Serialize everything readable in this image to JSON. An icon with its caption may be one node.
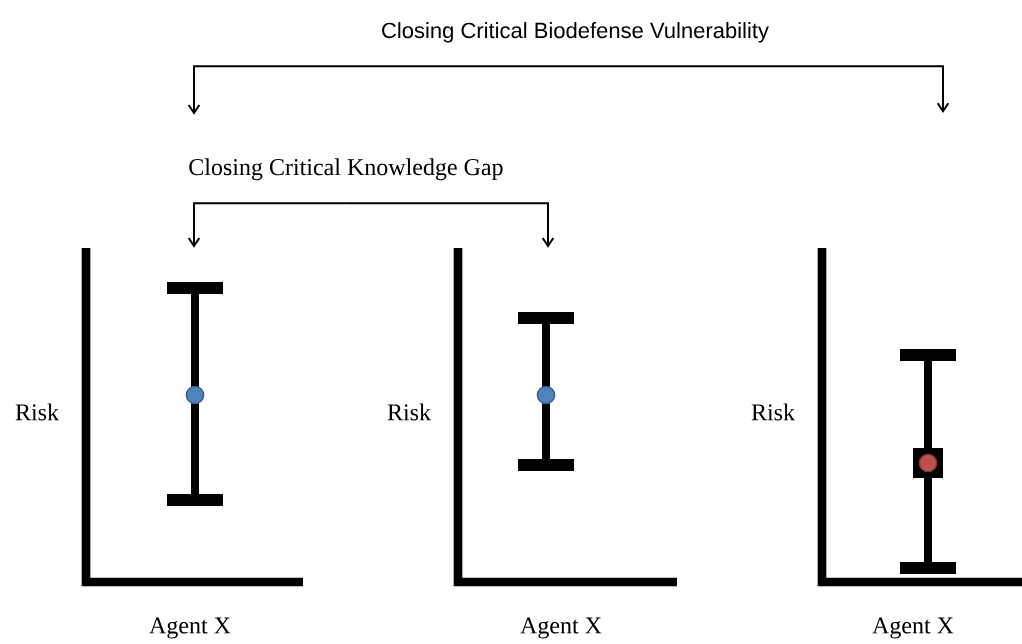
{
  "diagram": {
    "nodes": [
      {
        "text": [
          "Closing Critical Biodefense Vulnerability"
        ]
      },
      {
        "text": [
          "Closing Critical Knowledge Gap"
        ]
      },
      {
        "text": [],
        "shape": "chart",
        "beside": [
          "Risk",
          "Agent X"
        ]
      },
      {
        "text": [],
        "shape": "chart",
        "beside": [
          "Risk",
          "Agent X"
        ]
      },
      {
        "text": [],
        "shape": "chart",
        "beside": [
          "Risk",
          "Agent X"
        ]
      }
    ],
    "edges": [
      {
        "from": 0,
        "to": 1,
        "arrow": "to"
      },
      {
        "from": 0,
        "to": null,
        "arrow": "to"
      },
      {
        "from": 1,
        "to": 2,
        "arrow": "to"
      },
      {
        "from": 1,
        "to": 3,
        "arrow": "to"
      }
    ]
  }
}
